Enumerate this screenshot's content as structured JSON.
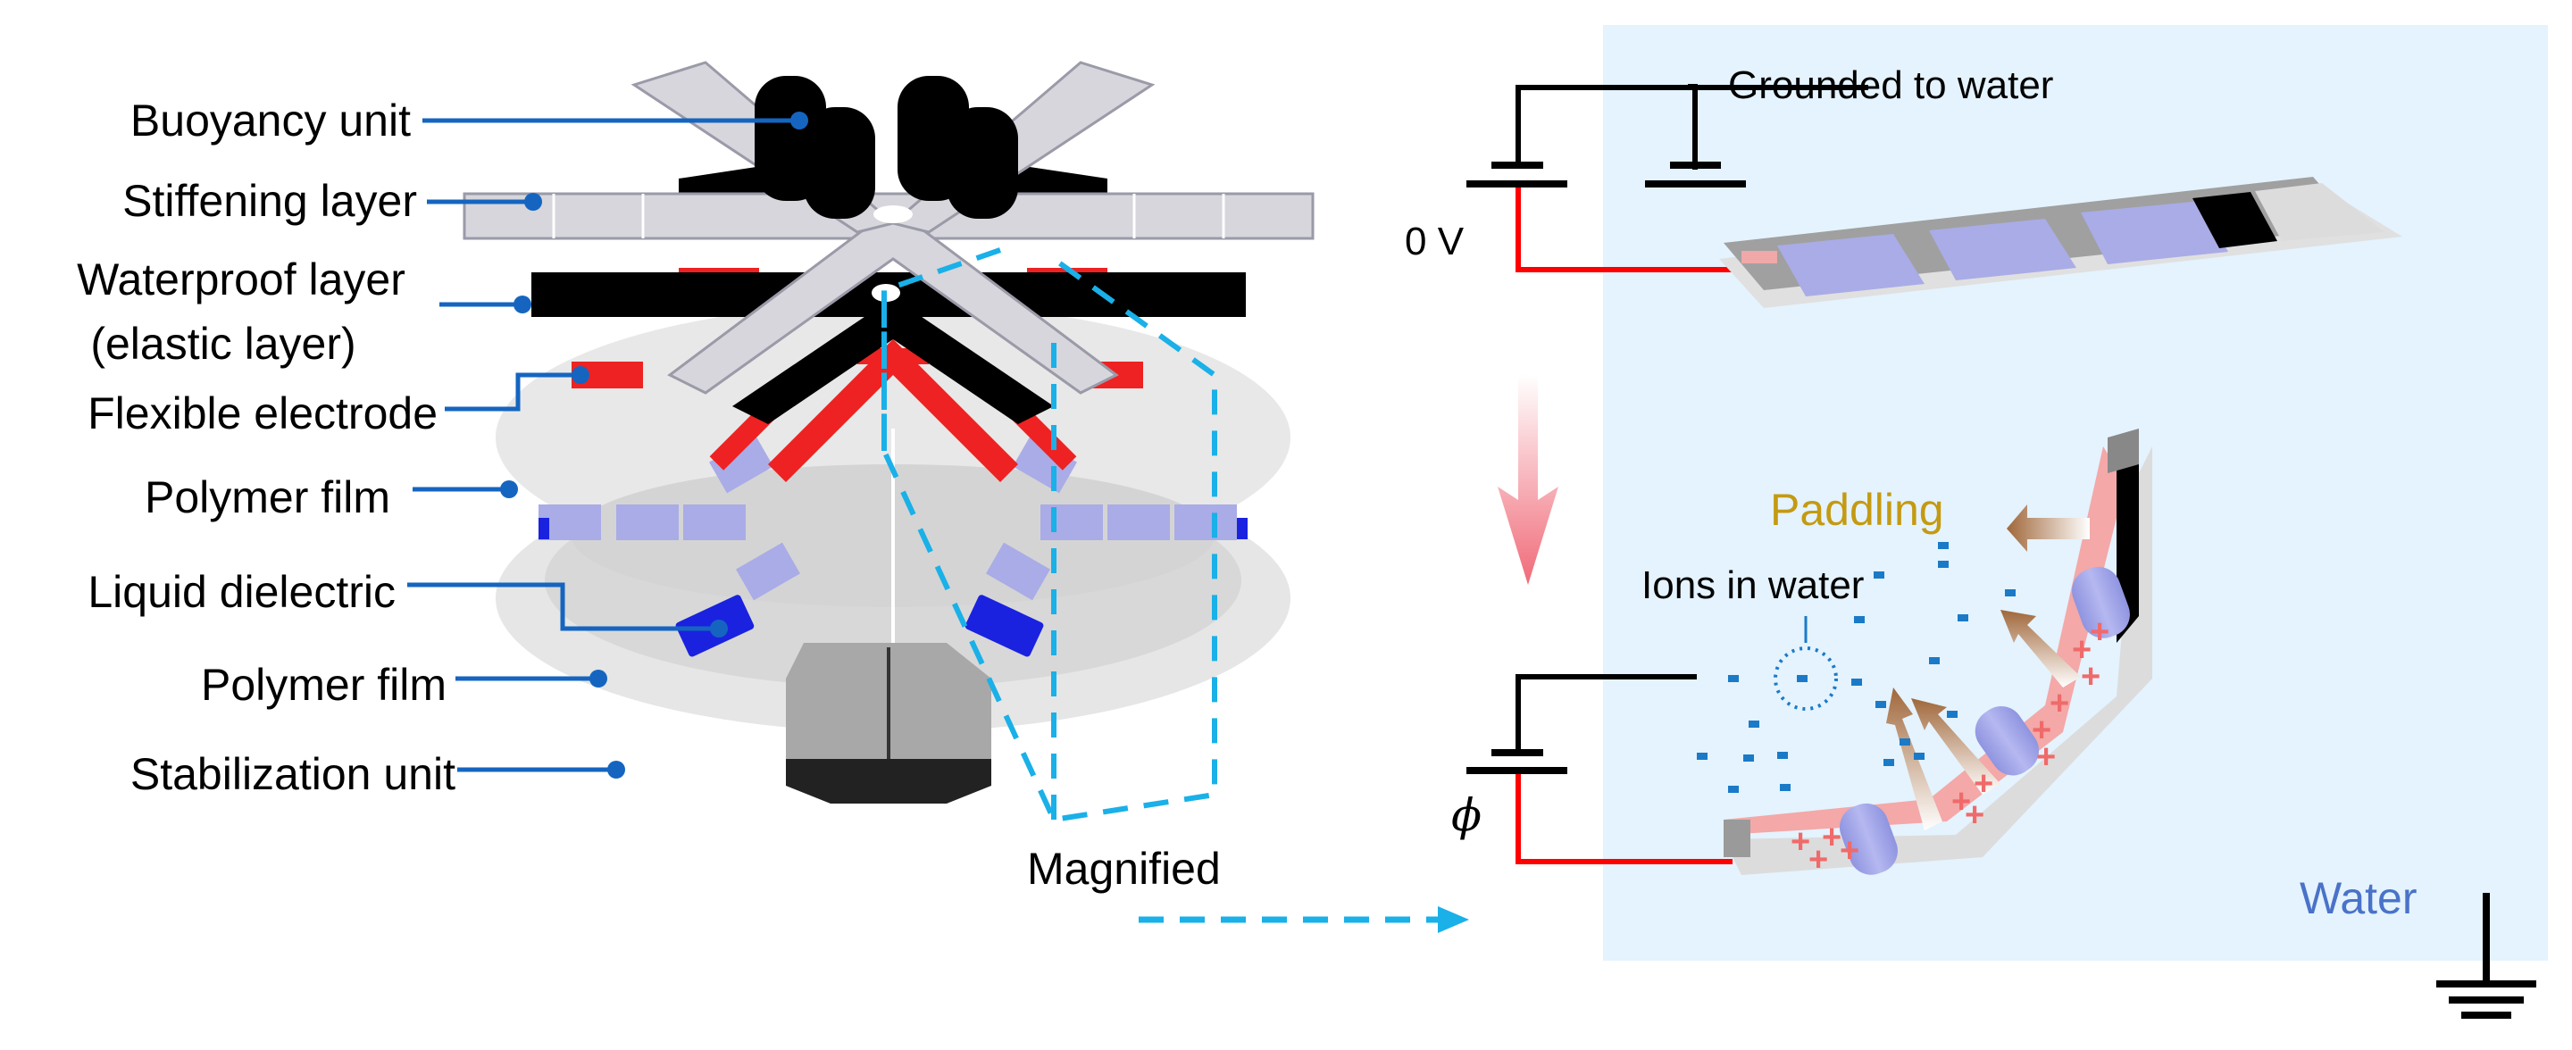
{
  "left_panel": {
    "labels": [
      {
        "text": "Buoyancy unit"
      },
      {
        "text": "Stiffening layer"
      },
      {
        "text": "Waterproof layer"
      },
      {
        "text": "(elastic layer)"
      },
      {
        "text": "Flexible electrode"
      },
      {
        "text": "Polymer film"
      },
      {
        "text": "Liquid dielectric"
      },
      {
        "text": "Polymer film"
      },
      {
        "text": "Stabilization unit"
      }
    ],
    "magnified_label": "Magnified"
  },
  "right_panel": {
    "top": {
      "ground_label": "Grounded to water",
      "voltage_label": "0 V"
    },
    "bottom": {
      "voltage_label": "ϕ",
      "paddling_label": "Paddling",
      "ions_label": "Ions in water",
      "water_label": "Water"
    }
  },
  "colors": {
    "leader_line": "#1565c0",
    "magnify_dash": "#1ab0e8",
    "water_bg": "#e4f3fd",
    "electrode_red": "#ee2222",
    "dielectric_blue": "#1a22e0",
    "film_lavender": "#a9ace6",
    "paddling_text": "#c49a12",
    "water_text": "#4a72c8",
    "ion_blue": "#1a7ac8",
    "charge_pink": "#f06a6a"
  }
}
